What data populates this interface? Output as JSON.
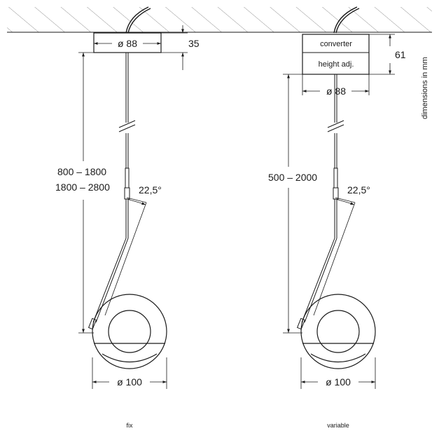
{
  "fix": {
    "caption": "fix",
    "canopy_diameter": "ø 88",
    "canopy_height": "35",
    "length_range_1": "800 – 1800",
    "length_range_2": "1800 – 2800",
    "tilt_angle": "22,5°",
    "head_diameter": "ø 100"
  },
  "variable": {
    "caption": "variable",
    "converter_label": "converter",
    "height_adj_label": "height adj.",
    "canopy_height": "61",
    "canopy_diameter": "ø 88",
    "length_range": "500 – 2000",
    "tilt_angle": "22,5°",
    "head_diameter": "ø 100"
  },
  "units_note": "dimensions in mm"
}
